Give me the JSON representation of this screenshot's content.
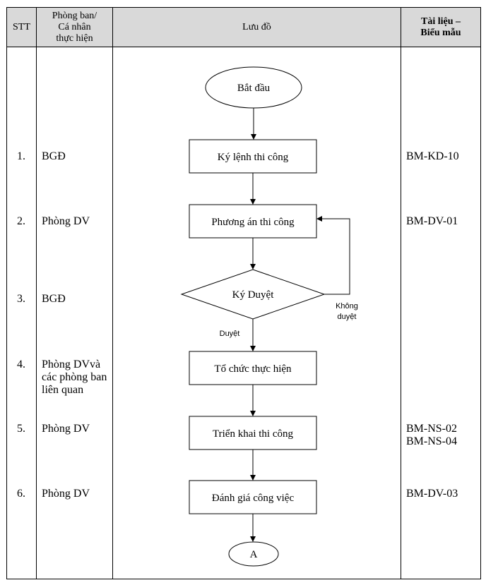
{
  "header": {
    "stt": "STT",
    "dept": [
      "Phòng ban/",
      "Cá nhân",
      "thực hiện"
    ],
    "flow": "Lưu đồ",
    "docs": [
      "Tài liệu –",
      "Biểu mẫu"
    ]
  },
  "rows": [
    {
      "stt": "1.",
      "dept": [
        "BGĐ"
      ],
      "docs": [
        "BM-KD-10"
      ]
    },
    {
      "stt": "2.",
      "dept": [
        "Phòng DV"
      ],
      "docs": [
        "BM-DV-01"
      ]
    },
    {
      "stt": "3.",
      "dept": [
        "BGĐ"
      ],
      "docs": []
    },
    {
      "stt": "4.",
      "dept": [
        "Phòng DVvà",
        "các phòng ban",
        "liên quan"
      ],
      "docs": []
    },
    {
      "stt": "5.",
      "dept": [
        "Phòng DV"
      ],
      "docs": [
        "BM-NS-02",
        "BM-NS-04"
      ]
    },
    {
      "stt": "6.",
      "dept": [
        "Phòng DV"
      ],
      "docs": [
        "BM-DV-03"
      ]
    }
  ],
  "flowchart": {
    "start": "Bắt đầu",
    "step1": "Ký lệnh thi công",
    "step2": "Phương án thi công",
    "decision": "Ký Duyệt",
    "no_label": [
      "Không",
      "duyệt"
    ],
    "yes_label": "Duyệt",
    "step4": "Tổ chức thực hiện",
    "step5": "Triển khai thi công",
    "step6": "Đánh giá công việc",
    "end": "A"
  }
}
